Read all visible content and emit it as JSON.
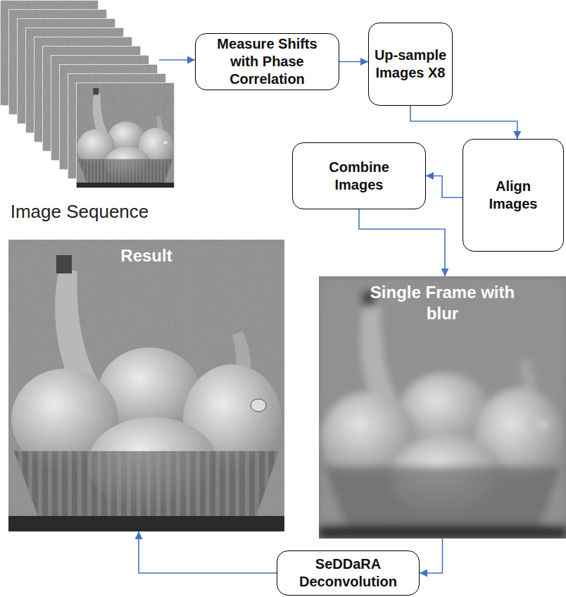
{
  "diagram": {
    "nodes": [
      {
        "text": [
          "Image Sequence"
        ]
      },
      {
        "text": [
          "Measure Shifts with Phase Correlation"
        ]
      },
      {
        "text": [
          "Up-sample Images X8"
        ]
      },
      {
        "text": [
          "Align Images"
        ]
      },
      {
        "text": [
          "Combine Images"
        ]
      },
      {
        "text": [
          "Single Frame with blur"
        ]
      },
      {
        "text": [
          "SeDDaRA Deconvolution"
        ]
      },
      {
        "text": [
          "Result"
        ]
      }
    ],
    "edges": [
      {
        "from": 0,
        "to": 1,
        "arrow": "to"
      },
      {
        "from": 1,
        "to": 2,
        "arrow": "to"
      },
      {
        "from": 2,
        "to": 3,
        "arrow": "to"
      },
      {
        "from": 3,
        "to": 4,
        "arrow": "to"
      },
      {
        "from": 4,
        "to": 5,
        "arrow": "to"
      },
      {
        "from": 5,
        "to": 6,
        "arrow": "to"
      },
      {
        "from": 6,
        "to": 7,
        "arrow": "to"
      }
    ]
  }
}
